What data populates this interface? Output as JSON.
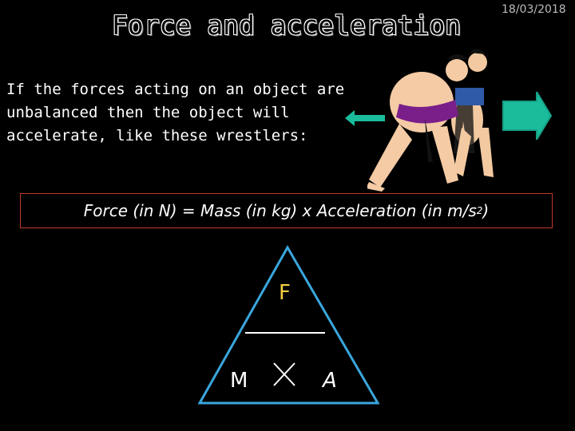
{
  "slide": {
    "title": "Force and acceleration",
    "date": "18/03/2018",
    "body": "If the forces acting on an object are unbalanced then the object will accelerate, like these wrestlers:",
    "formula_main": "Force (in N) = Mass (in kg) x Acceleration (in m/s",
    "formula_sup": "2",
    "formula_end": ")"
  },
  "triangle": {
    "top_label": "F",
    "left_label": "M",
    "right_label": "A",
    "top_color": "#f4d03f",
    "bottom_color": "#f4d03f",
    "edge_color": "#3aa6dd"
  },
  "arrows": {
    "color": "#1abc9c",
    "left_icon": "arrow-left-icon",
    "right_icon": "arrow-right-icon"
  },
  "illustration": {
    "icon": "sumo-wrestlers-icon"
  }
}
